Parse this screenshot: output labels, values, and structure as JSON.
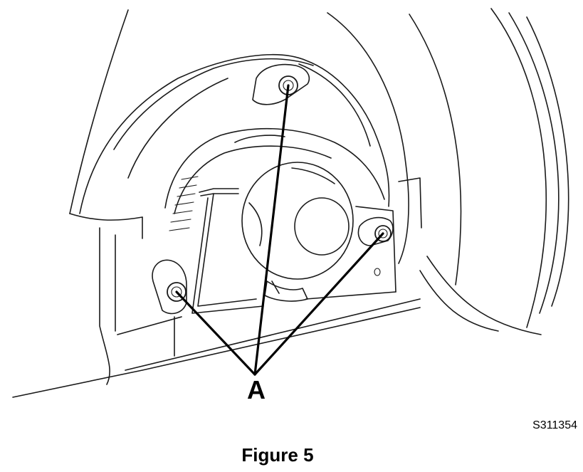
{
  "callout": {
    "label": "A"
  },
  "reference_code": "S311354",
  "caption": "Figure 5"
}
